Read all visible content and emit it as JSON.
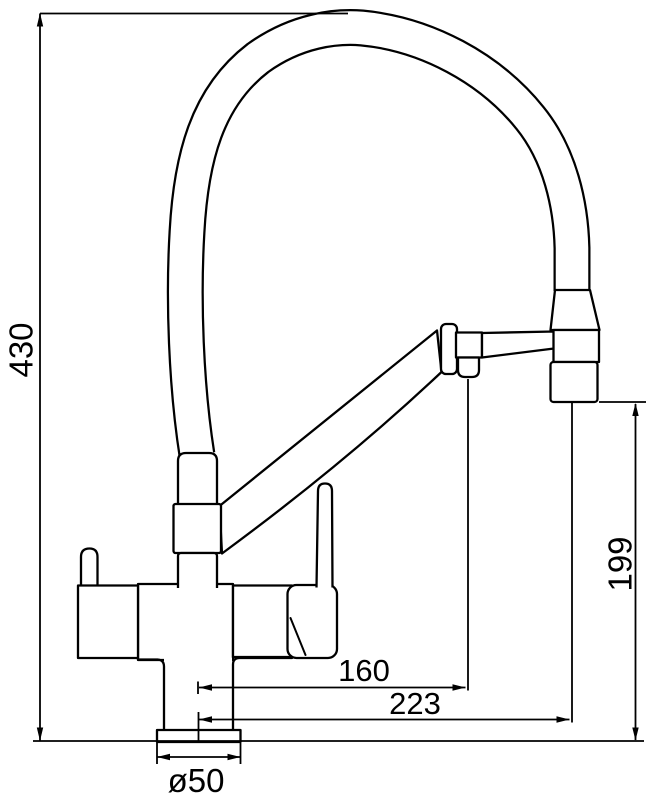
{
  "page": {
    "background_color": "#ffffff",
    "line_color": "#000000"
  },
  "drawing": {
    "labels": {
      "overall_height": "430",
      "outlet_height": "199",
      "spout_reach": "160",
      "head_reach": "223",
      "base_diameter": "ø50"
    }
  }
}
